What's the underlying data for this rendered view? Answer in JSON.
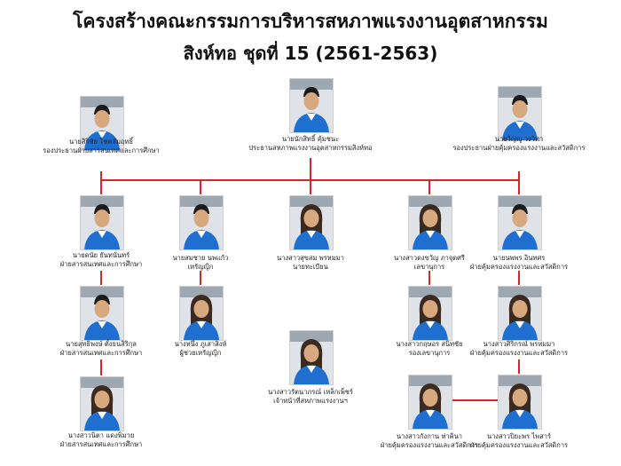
{
  "title_line1": "โครงสร้างคณะกรรมการบริหารสหภาพแรงงานอุตสาหกรรม",
  "title_line2": "สิงห์ทอ ชุดที่ 15 (2561-2563)",
  "colors": {
    "line": "#d9252a",
    "shirt": "#1f6fd1",
    "bg_photo": "#dfe3e8"
  },
  "members": [
    {
      "id": "chairman",
      "name": "นายนักสิทธิ์ คุ้มชนะ",
      "role": "ประธานสหภาพแรงงานอุตสาหกรรมสิงห์ทอ",
      "gender": "m"
    },
    {
      "id": "vp-education",
      "name": "นายสิริชัย โชคสัมฤทธิ์",
      "role": "รองประธานฝ่ายสารสนเทศและการศึกษา",
      "gender": "m"
    },
    {
      "id": "vp-welfare",
      "name": "นายวิญญู วงวิทา",
      "role": "รองประธานฝ่ายคุ้มครองแรงงานและสวัสดิการ",
      "gender": "m"
    },
    {
      "id": "edu-1",
      "name": "นายดนัย ยันทนั่นทร์",
      "role": "ฝ่ายสารสนเทศและการศึกษา",
      "gender": "m"
    },
    {
      "id": "treasurer",
      "name": "นายสมชาย นพแก้ว",
      "role": "เหรัญญิก",
      "gender": "m"
    },
    {
      "id": "registrar",
      "name": "นางสาวสุขสม พรหมมา",
      "role": "นายทะเบียน",
      "gender": "f"
    },
    {
      "id": "secretary",
      "name": "นางสาวดงขวัญ ภาจุดศรี",
      "role": "เลขานุการ",
      "gender": "f"
    },
    {
      "id": "welfare-1",
      "name": "นายนพพร อินทศร",
      "role": "ฝ่ายคุ้มครองแรงงานและสวัสดิการ",
      "gender": "m"
    },
    {
      "id": "edu-2",
      "name": "นายสุทธิพงษ์ ตั้งธนสิริกุล",
      "role": "ฝ่ายสารสนเทศและการศึกษา",
      "gender": "m"
    },
    {
      "id": "asst-treasurer",
      "name": "นางหนึ่ง ภูเสาสิงห์",
      "role": "ผู้ช่วยเหรัญญิก",
      "gender": "f"
    },
    {
      "id": "deputy-secretary",
      "name": "นางสาวกฤษอร สนิทชัย",
      "role": "รองเลขานุการ",
      "gender": "f"
    },
    {
      "id": "welfare-2",
      "name": "นางสาวศิริกรณ์ พรหมมา",
      "role": "ฝ่ายคุ้มครองแรงงานและสวัสดิการ",
      "gender": "f"
    },
    {
      "id": "officer",
      "name": "นางสาวรัตนาภรณ์ เหล็กเพ็ชร์",
      "role": "เจ้าหน้าที่สหภาพแรงงานฯ",
      "gender": "f"
    },
    {
      "id": "edu-3",
      "name": "นางสาวนิตา แดงพิมาย",
      "role": "ฝ่ายสารสนเทศและการศึกษา",
      "gender": "f"
    },
    {
      "id": "welfare-3",
      "name": "นางสาวกังกาน ท่าคินา",
      "role": "ฝ่ายคุ้มครองแรงงานและสวัสดิการ",
      "gender": "f"
    },
    {
      "id": "welfare-4",
      "name": "นางสาวปิยะพร ไพสาร์",
      "role": "ฝ่ายคุ้มครองแรงงานและสวัสดิการ",
      "gender": "f"
    }
  ]
}
